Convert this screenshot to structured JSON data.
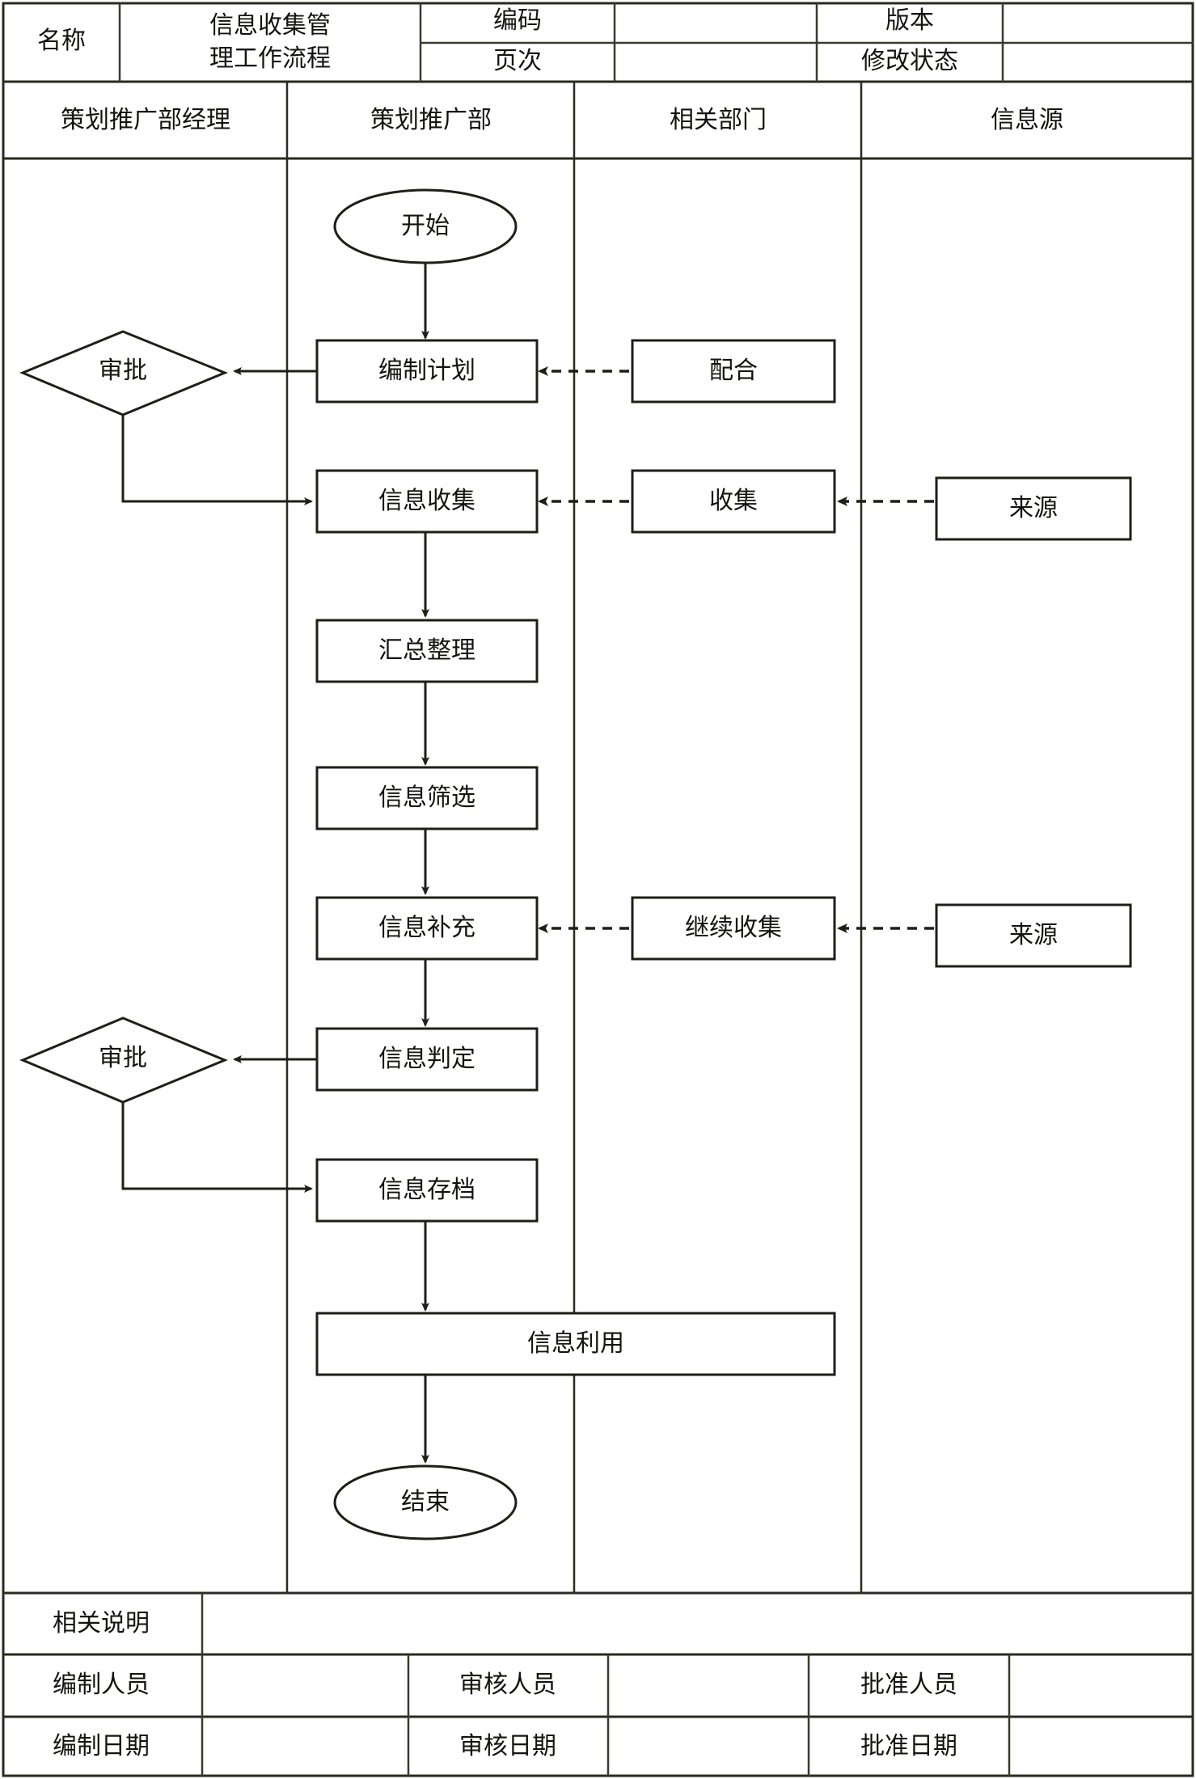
{
  "doc_header": {
    "name_label": "名称",
    "title_line1": "信息收集管",
    "title_line2": "理工作流程",
    "code_label": "编码",
    "code_value": "",
    "version_label": "版本",
    "version_value": "",
    "page_label": "页次",
    "page_value": "",
    "revision_label": "修改状态",
    "revision_value": ""
  },
  "lanes": [
    {
      "label": "策划推广部经理"
    },
    {
      "label": "策划推广部"
    },
    {
      "label": "相关部门"
    },
    {
      "label": "信息源"
    }
  ],
  "chart_data": {
    "type": "diagram",
    "title": "信息收集管理工作流程",
    "nodes": [
      {
        "id": "start",
        "label": "开始",
        "shape": "ellipse",
        "lane": 1
      },
      {
        "id": "plan",
        "label": "编制计划",
        "shape": "rect",
        "lane": 1
      },
      {
        "id": "approve1",
        "label": "审批",
        "shape": "diamond",
        "lane": 0
      },
      {
        "id": "collect",
        "label": "信息收集",
        "shape": "rect",
        "lane": 1
      },
      {
        "id": "summary",
        "label": "汇总整理",
        "shape": "rect",
        "lane": 1
      },
      {
        "id": "filter",
        "label": "信息筛选",
        "shape": "rect",
        "lane": 1
      },
      {
        "id": "supply",
        "label": "信息补充",
        "shape": "rect",
        "lane": 1
      },
      {
        "id": "judge",
        "label": "信息判定",
        "shape": "rect",
        "lane": 1
      },
      {
        "id": "approve2",
        "label": "审批",
        "shape": "diamond",
        "lane": 0
      },
      {
        "id": "archive",
        "label": "信息存档",
        "shape": "rect",
        "lane": 1
      },
      {
        "id": "use",
        "label": "信息利用",
        "shape": "rect",
        "lane": 1
      },
      {
        "id": "end",
        "label": "结束",
        "shape": "ellipse",
        "lane": 1
      },
      {
        "id": "cooperate",
        "label": "配合",
        "shape": "rect",
        "lane": 2
      },
      {
        "id": "gather",
        "label": "收集",
        "shape": "rect",
        "lane": 2
      },
      {
        "id": "continue",
        "label": "继续收集",
        "shape": "rect",
        "lane": 2
      },
      {
        "id": "source1",
        "label": "来源",
        "shape": "rect",
        "lane": 3
      },
      {
        "id": "source2",
        "label": "来源",
        "shape": "rect",
        "lane": 3
      }
    ],
    "edges": [
      {
        "from": "start",
        "to": "plan",
        "style": "solid"
      },
      {
        "from": "plan",
        "to": "approve1",
        "style": "solid"
      },
      {
        "from": "approve1",
        "to": "collect",
        "style": "solid"
      },
      {
        "from": "collect",
        "to": "summary",
        "style": "solid"
      },
      {
        "from": "summary",
        "to": "filter",
        "style": "solid"
      },
      {
        "from": "filter",
        "to": "supply",
        "style": "solid"
      },
      {
        "from": "supply",
        "to": "judge",
        "style": "solid"
      },
      {
        "from": "judge",
        "to": "approve2",
        "style": "solid"
      },
      {
        "from": "approve2",
        "to": "archive",
        "style": "solid"
      },
      {
        "from": "archive",
        "to": "use",
        "style": "solid"
      },
      {
        "from": "use",
        "to": "end",
        "style": "solid"
      },
      {
        "from": "cooperate",
        "to": "plan",
        "style": "dashed"
      },
      {
        "from": "gather",
        "to": "collect",
        "style": "dashed"
      },
      {
        "from": "source1",
        "to": "gather",
        "style": "dashed"
      },
      {
        "from": "continue",
        "to": "supply",
        "style": "dashed"
      },
      {
        "from": "source2",
        "to": "continue",
        "style": "dashed"
      }
    ]
  },
  "footer": {
    "remark_label": "相关说明",
    "remark_value": "",
    "prepared_by_label": "编制人员",
    "prepared_by_value": "",
    "reviewed_by_label": "审核人员",
    "reviewed_by_value": "",
    "approved_by_label": "批准人员",
    "approved_by_value": "",
    "prepared_date_label": "编制日期",
    "prepared_date_value": "",
    "reviewed_date_label": "审核日期",
    "reviewed_date_value": "",
    "approved_date_label": "批准日期",
    "approved_date_value": ""
  }
}
